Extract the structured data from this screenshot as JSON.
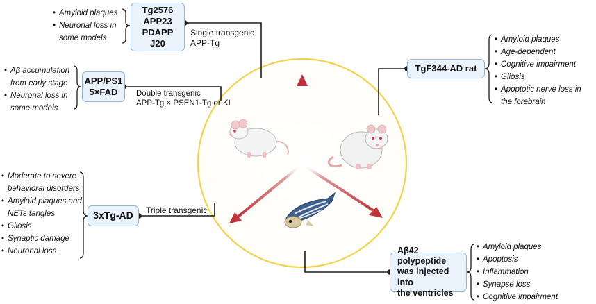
{
  "models": {
    "single": {
      "names": [
        "Tg2576",
        "APP23",
        "PDAPP",
        "J20"
      ],
      "type_label": [
        "Single transgenic",
        "APP-Tg"
      ],
      "features": [
        "Amyloid plaques",
        "Neuronal loss in some models"
      ]
    },
    "double": {
      "names": [
        "APP/PS1",
        "5×FAD"
      ],
      "type_label": [
        "Double transgenic",
        "APP-Tg × PSEN1-Tg or KI"
      ],
      "features": [
        "Aβ accumulation from early stage",
        "Neuronal loss in some models"
      ]
    },
    "triple": {
      "names": [
        "3xTg-AD"
      ],
      "type_label": [
        "Triple transgenic"
      ],
      "features": [
        "Moderate to severe behavioral disorders",
        "Amyloid plaques and NETs tangles",
        "Gliosis",
        "Synaptic damage",
        "Neuronal loss"
      ]
    },
    "rat": {
      "names": [
        "TgF344-AD rat"
      ],
      "features": [
        "Amyloid plaques",
        "Age-dependent",
        "Cognitive impairment",
        "Gliosis",
        "Apoptotic nerve loss in the forebrain"
      ]
    },
    "zebrafish": {
      "names": [
        "Aβ42 polypeptide",
        "was injected into",
        "the ventricles"
      ],
      "features": [
        "Amyloid plaques",
        "Apoptosis",
        "Inflammation",
        "Synapse loss",
        "Cognitive impairment"
      ]
    }
  },
  "colors": {
    "circle_border": "#f2d24f",
    "arrow": "#c0333a",
    "box_border": "#8fb4d6",
    "box_fill": "#eaf2fb",
    "connector": "#1a1a1a"
  },
  "icons": [
    "mouse-icon",
    "rat-icon",
    "zebrafish-icon"
  ]
}
